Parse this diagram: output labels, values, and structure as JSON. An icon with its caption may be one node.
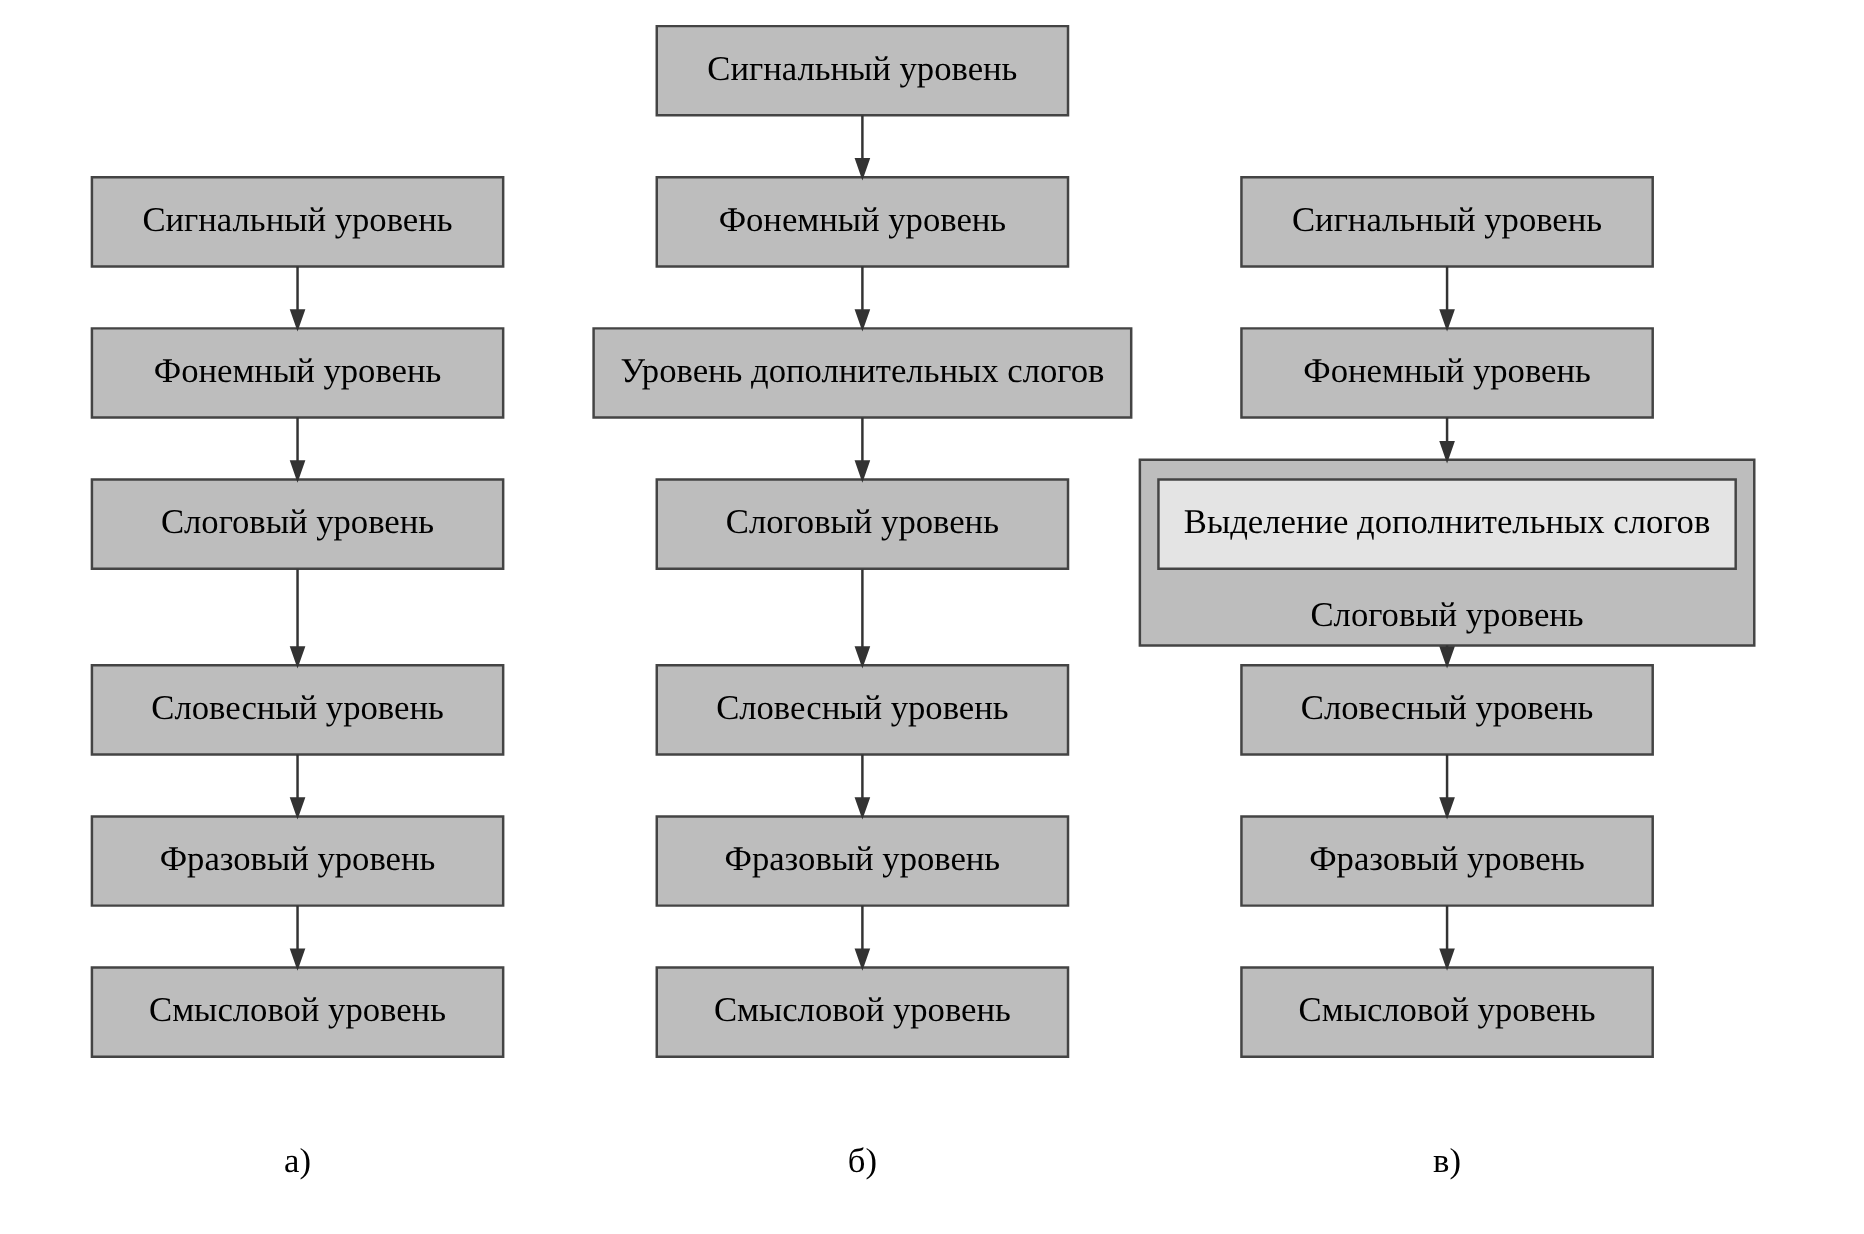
{
  "diagram": {
    "nodes": [
      {
        "text": [
          "Сигнальный уровень"
        ]
      },
      {
        "text": [
          "Фонемный уровень"
        ]
      },
      {
        "text": [
          "Слоговый уровень"
        ]
      },
      {
        "text": [
          "Словесный уровень"
        ]
      },
      {
        "text": [
          "Фразовый уровень"
        ]
      },
      {
        "text": [
          "Смысловой уровень"
        ]
      },
      {
        "text": [
          "Сигнальный уровень"
        ]
      },
      {
        "text": [
          "Фонемный уровень"
        ]
      },
      {
        "text": [
          "Уровень дополнительных слогов"
        ]
      },
      {
        "text": [
          "Слоговый уровень"
        ]
      },
      {
        "text": [
          "Словесный уровень"
        ]
      },
      {
        "text": [
          "Фразовый уровень"
        ]
      },
      {
        "text": [
          "Смысловой уровень"
        ]
      },
      {
        "text": [
          "Сигнальный уровень"
        ]
      },
      {
        "text": [
          "Фонемный уровень"
        ]
      },
      {
        "text": [
          "Слоговый уровень"
        ]
      },
      {
        "text": [
          "Выделение дополнительных слогов"
        ],
        "in": 15
      },
      {
        "text": [
          "Словесный уровень"
        ]
      },
      {
        "text": [
          "Фразовый уровень"
        ]
      },
      {
        "text": [
          "Смысловой уровень"
        ]
      }
    ],
    "edges": [
      {
        "from": 0,
        "to": 1,
        "arrow": "to"
      },
      {
        "from": 1,
        "to": 2,
        "arrow": "to"
      },
      {
        "from": 2,
        "to": 3,
        "arrow": "to"
      },
      {
        "from": 3,
        "to": 4,
        "arrow": "to"
      },
      {
        "from": 4,
        "to": 5,
        "arrow": "to"
      },
      {
        "from": 6,
        "to": 7,
        "arrow": "to"
      },
      {
        "from": 7,
        "to": 8,
        "arrow": "to"
      },
      {
        "from": 8,
        "to": 9,
        "arrow": "to"
      },
      {
        "from": 9,
        "to": 10,
        "arrow": "to"
      },
      {
        "from": 10,
        "to": 11,
        "arrow": "to"
      },
      {
        "from": 11,
        "to": 12,
        "arrow": "to"
      },
      {
        "from": 13,
        "to": 14,
        "arrow": "to"
      },
      {
        "from": 14,
        "to": 15,
        "arrow": "to"
      },
      {
        "from": 15,
        "to": 17,
        "arrow": "to"
      },
      {
        "from": 17,
        "to": 18,
        "arrow": "to"
      },
      {
        "from": 18,
        "to": 19,
        "arrow": "to"
      }
    ],
    "labels": [
      "а)",
      "б)",
      "в)"
    ]
  }
}
